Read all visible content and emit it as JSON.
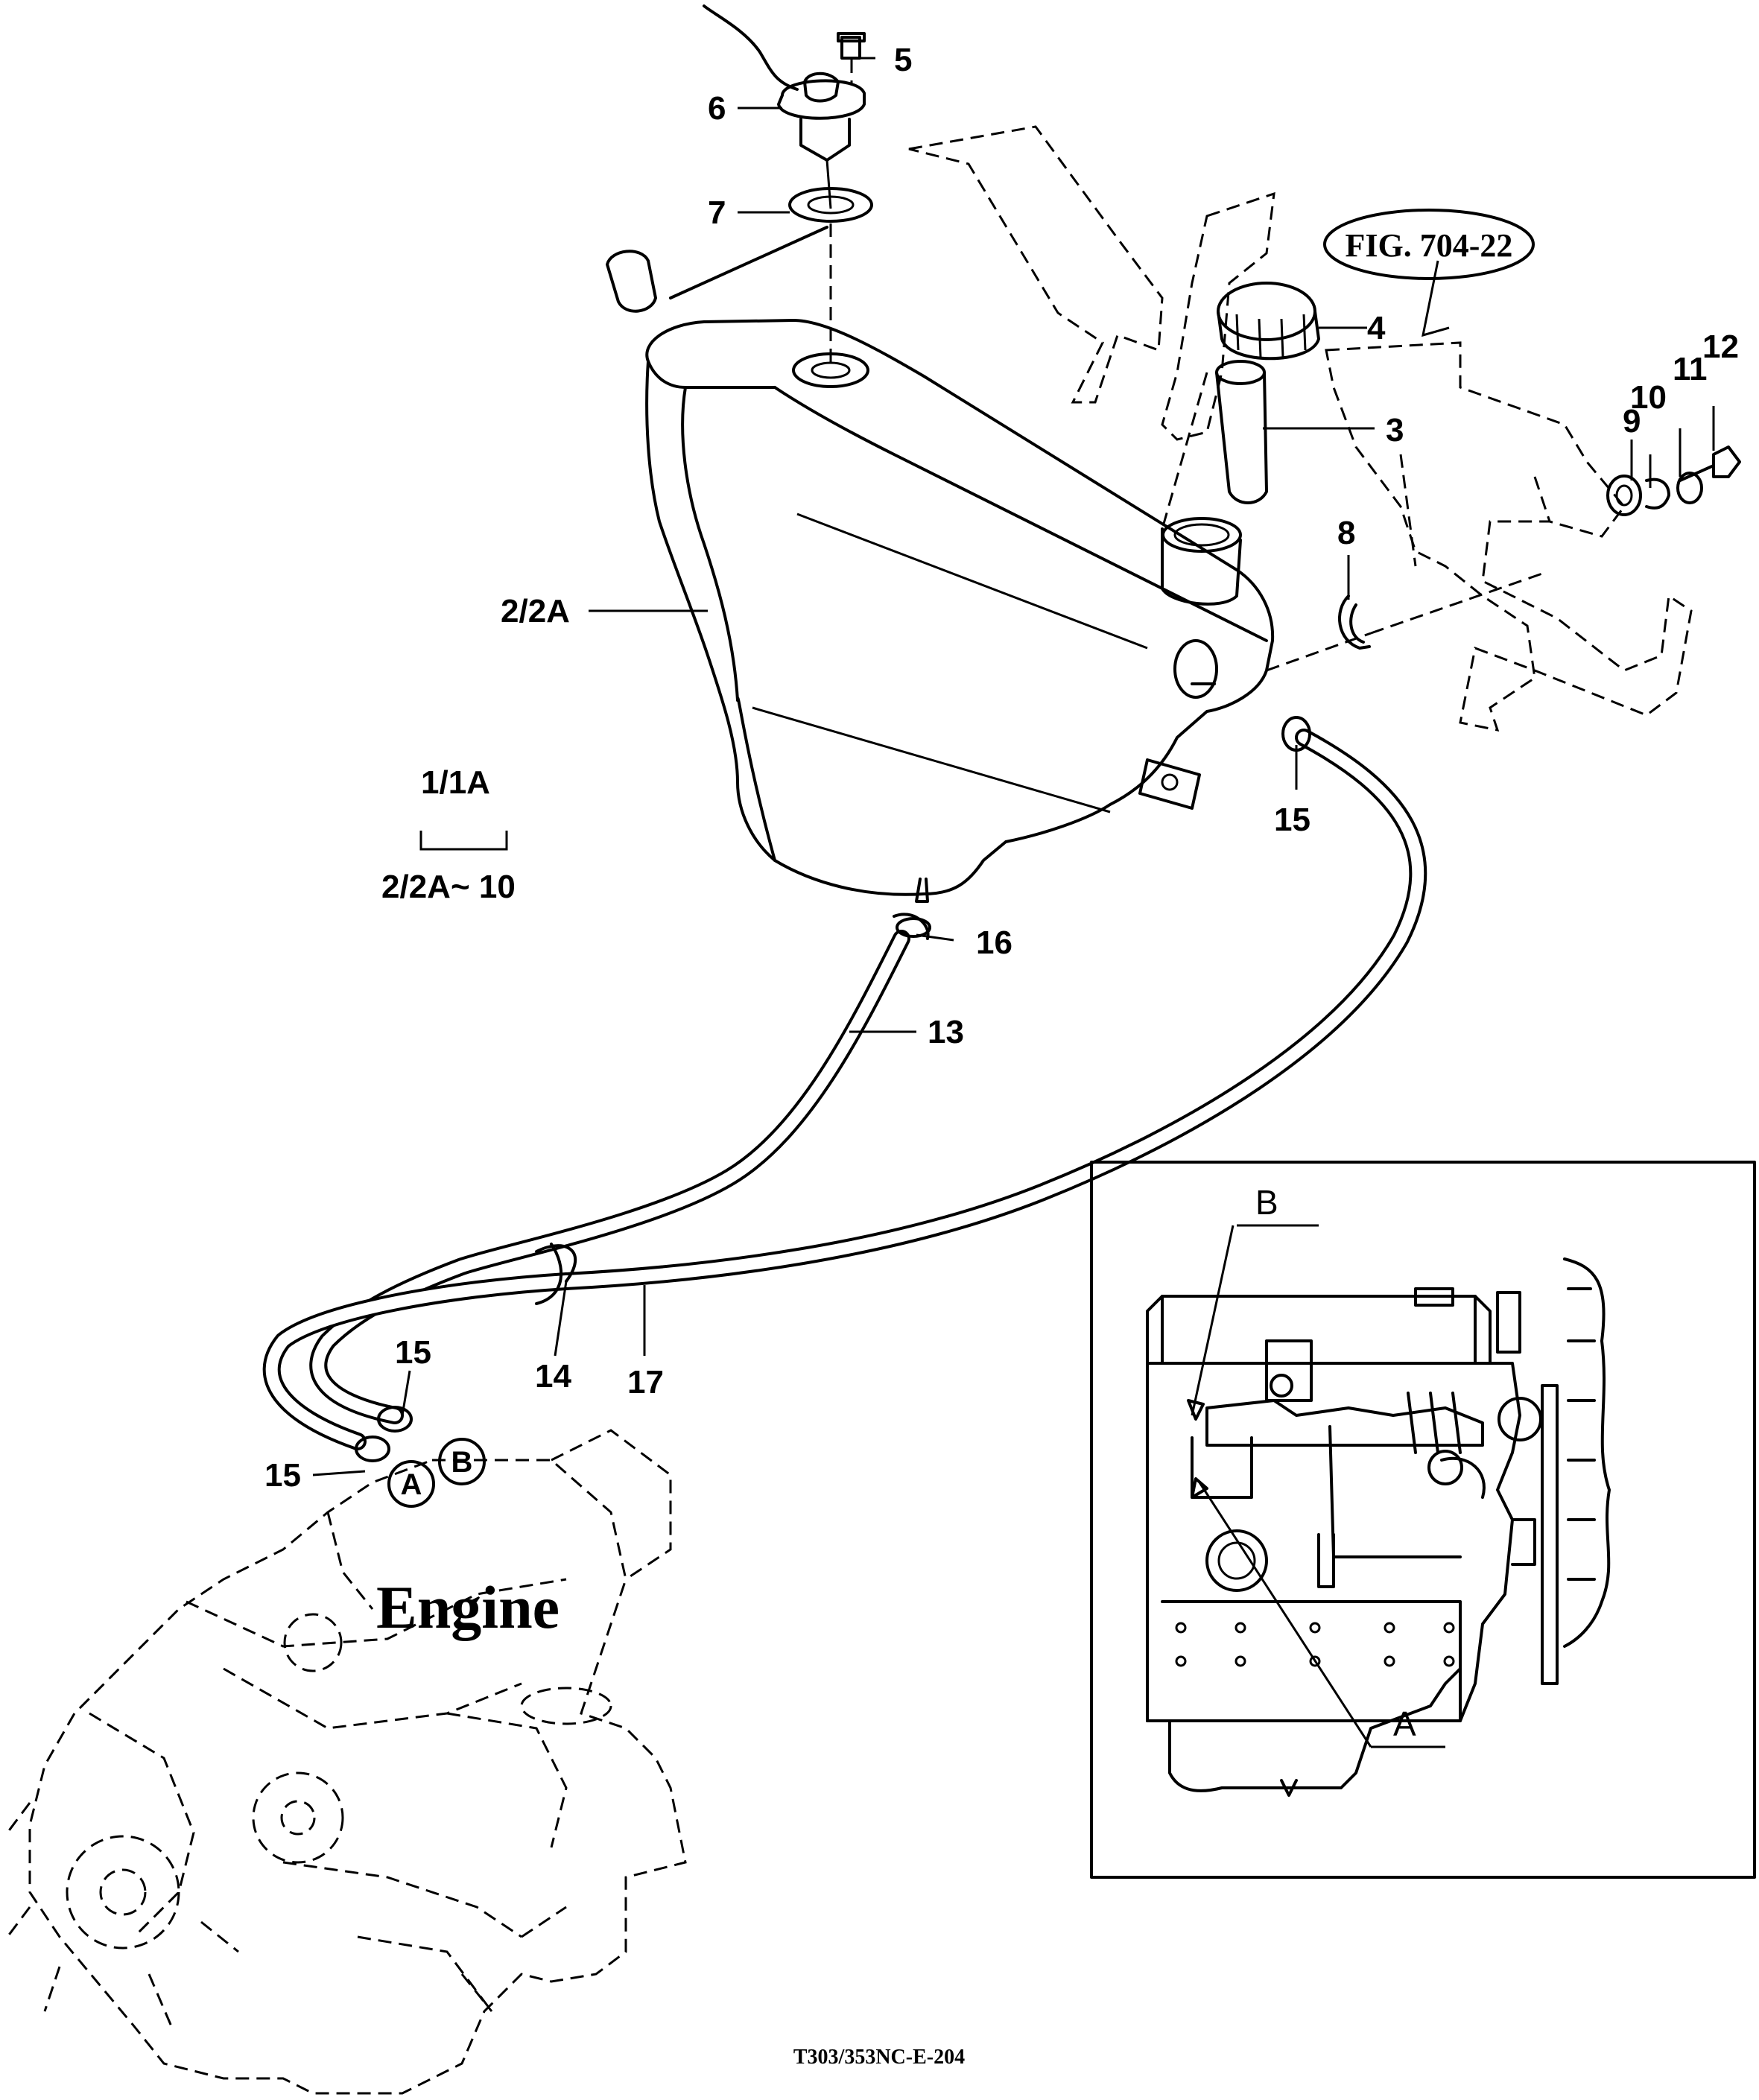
{
  "reference": "FIG. 704-22",
  "callouts": {
    "p1_1a": "1/1A",
    "p2_2a": "2/2A",
    "range": "2/2A~ 10",
    "p3": "3",
    "p4": "4",
    "p5": "5",
    "p6": "6",
    "p7": "7",
    "p8": "8",
    "p9": "9",
    "p10": "10",
    "p11": "11",
    "p12": "12",
    "p13": "13",
    "p14": "14",
    "p15": "15",
    "p16": "16",
    "p17": "17"
  },
  "connection_marks": {
    "a": "A",
    "b": "B"
  },
  "engine_label": "Engine",
  "inset": {
    "label_a": "A",
    "label_b": "B"
  },
  "drawing_number": "T303/353NC-E-204"
}
